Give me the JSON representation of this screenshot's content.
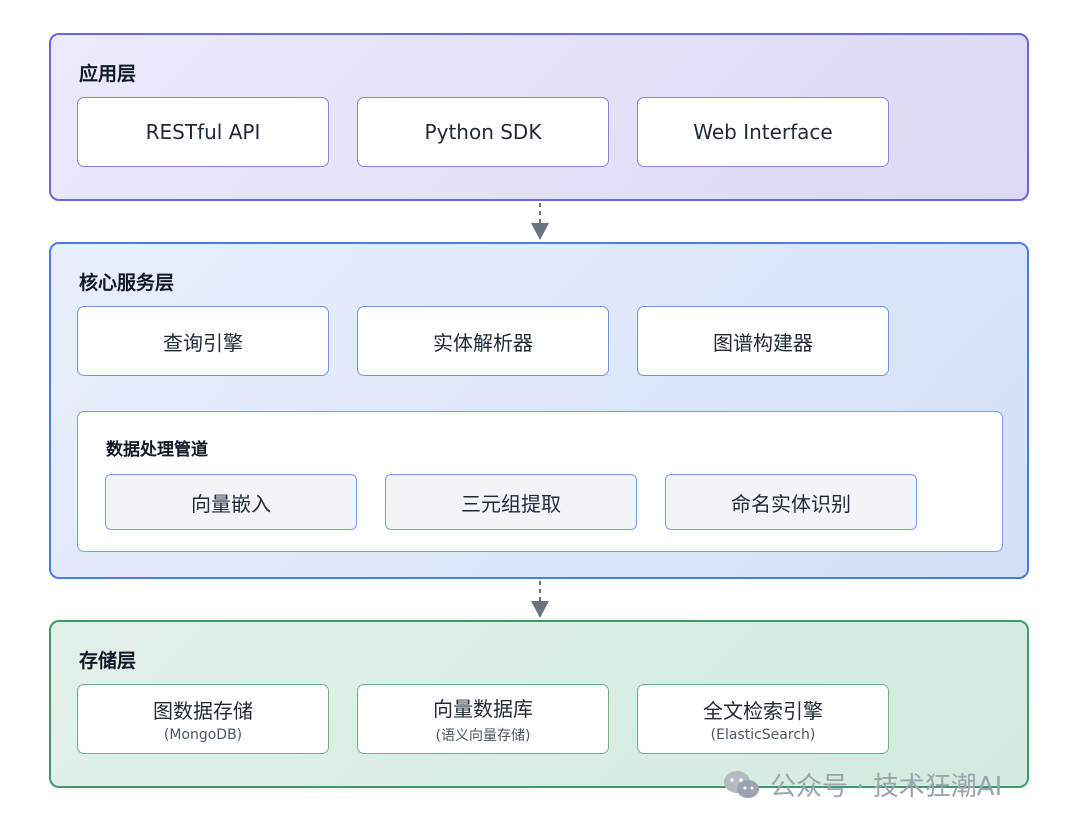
{
  "layers": {
    "app": {
      "title": "应用层",
      "items": [
        "RESTful API",
        "Python SDK",
        "Web Interface"
      ]
    },
    "core": {
      "title": "核心服务层",
      "items": [
        "查询引擎",
        "实体解析器",
        "图谱构建器"
      ],
      "pipeline": {
        "title": "数据处理管道",
        "items": [
          "向量嵌入",
          "三元组提取",
          "命名实体识别"
        ]
      }
    },
    "storage": {
      "title": "存储层",
      "items": [
        {
          "label": "图数据存储",
          "sub": "(MongoDB)"
        },
        {
          "label": "向量数据库",
          "sub": "(语义向量存储)"
        },
        {
          "label": "全文检索引擎",
          "sub": "(ElasticSearch)"
        }
      ]
    }
  },
  "watermark": "公众号 · 技术狂潮AI",
  "colors": {
    "app_border": "#6c63df",
    "core_border": "#4b7be6",
    "storage_border": "#3f9a6a",
    "arrow": "#6b7280"
  }
}
